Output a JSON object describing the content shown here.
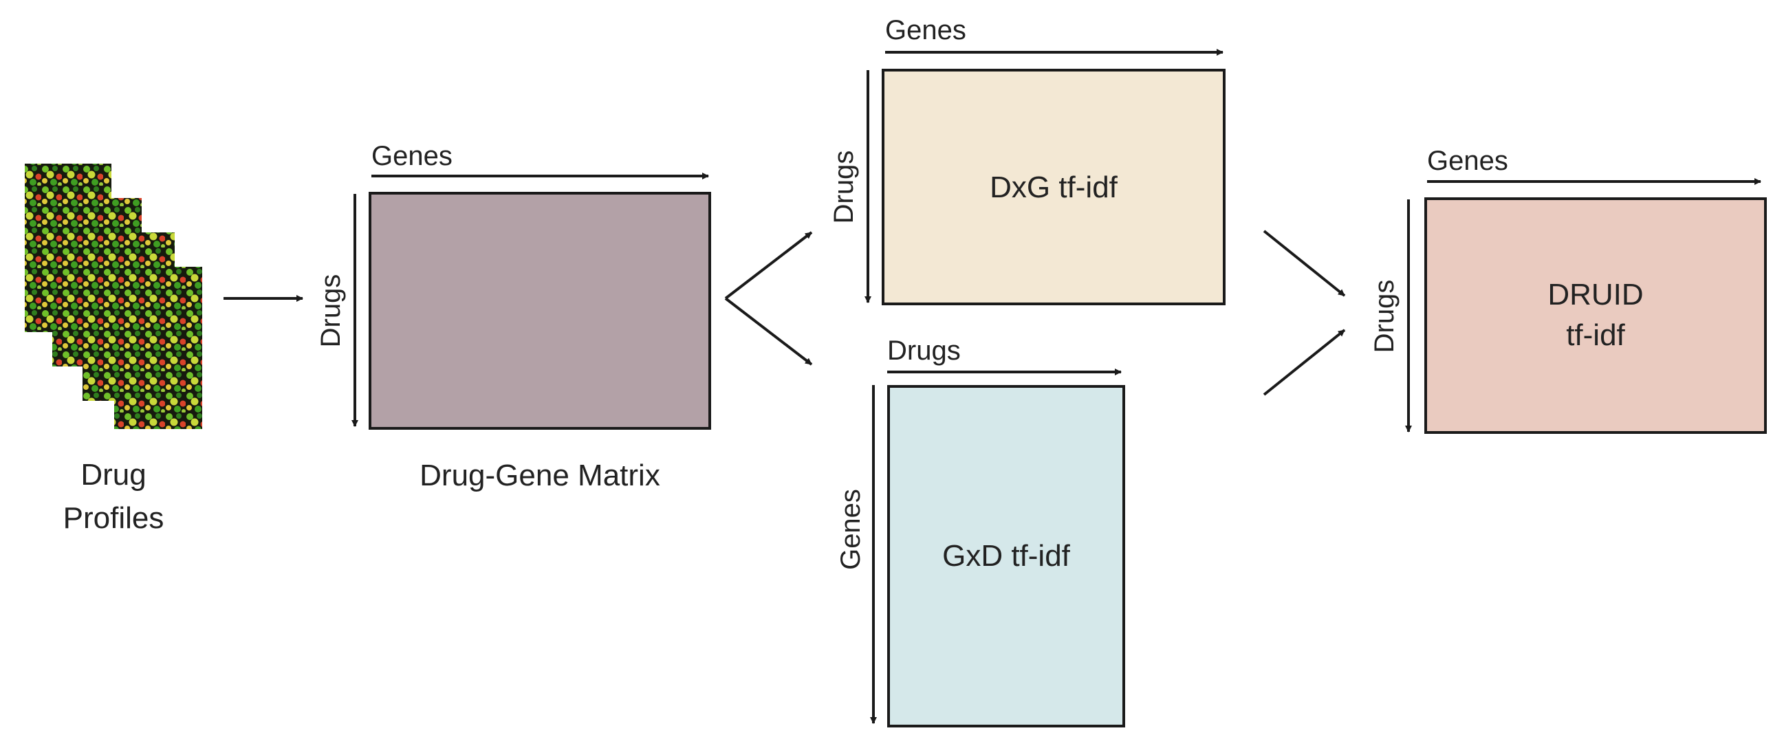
{
  "drug_profiles": {
    "caption_line1": "Drug",
    "caption_line2": "Profiles"
  },
  "drug_gene_matrix": {
    "col_axis": "Genes",
    "row_axis": "Drugs",
    "caption": "Drug-Gene Matrix",
    "fill": "#b3a1a7"
  },
  "dxg_matrix": {
    "col_axis": "Genes",
    "row_axis": "Drugs",
    "label": "DxG tf-idf",
    "fill": "#f3e8d4"
  },
  "gxd_matrix": {
    "col_axis": "Drugs",
    "row_axis": "Genes",
    "label": "GxD tf-idf",
    "fill": "#d5e8ea"
  },
  "druid_matrix": {
    "col_axis": "Genes",
    "row_axis": "Drugs",
    "label_line1": "DRUID",
    "label_line2": "tf-idf",
    "fill": "#eacbc0"
  },
  "colors": {
    "stroke": "#1a1a1a",
    "text": "#222222"
  }
}
